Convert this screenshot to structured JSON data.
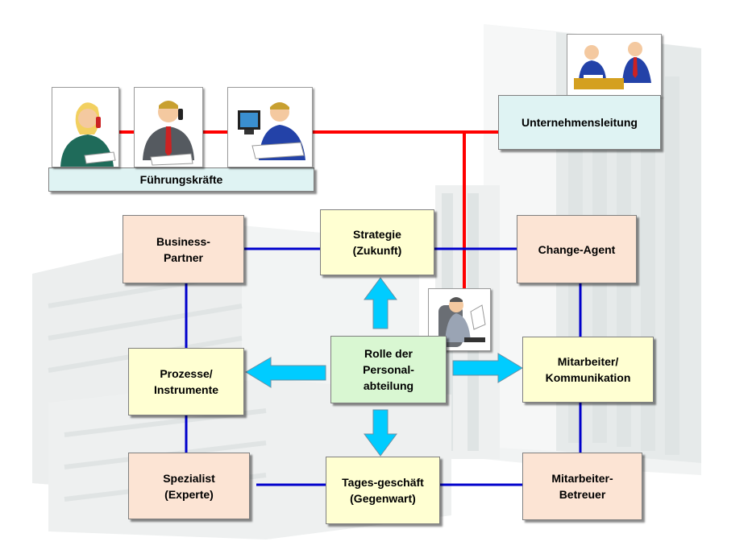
{
  "diagram": {
    "leadership_bar": "Führungskräfte",
    "management_box": "Unternehmensleitung",
    "center_box": "Rolle der\nPersonal-\nabteilung",
    "boxes": {
      "business_partner": "Business-\nPartner",
      "strategie": "Strategie\n(Zukunft)",
      "change_agent": "Change-Agent",
      "prozesse": "Prozesse/\nInstrumente",
      "mitarbeiter_kommunikation": "Mitarbeiter/\nKommunikation",
      "spezialist": "Spezialist\n(Experte)",
      "tagesgeschaeft": "Tages-geschäft\n(Gegenwart)",
      "mitarbeiter_betreuer": "Mitarbeiter-\nBetreuer"
    },
    "colors": {
      "red_line": "#ff0000",
      "blue_line": "#0000cc",
      "arrow_fill": "#00ccff",
      "peach_box": "#fce4d4",
      "cream_box": "#ffffd2",
      "green_box": "#d9f7d2",
      "cyan_box": "#dff3f3"
    },
    "icons": [
      "woman-phone-icon",
      "man-phone-icon",
      "man-computer-icon",
      "meeting-icon",
      "man-reading-icon"
    ]
  }
}
